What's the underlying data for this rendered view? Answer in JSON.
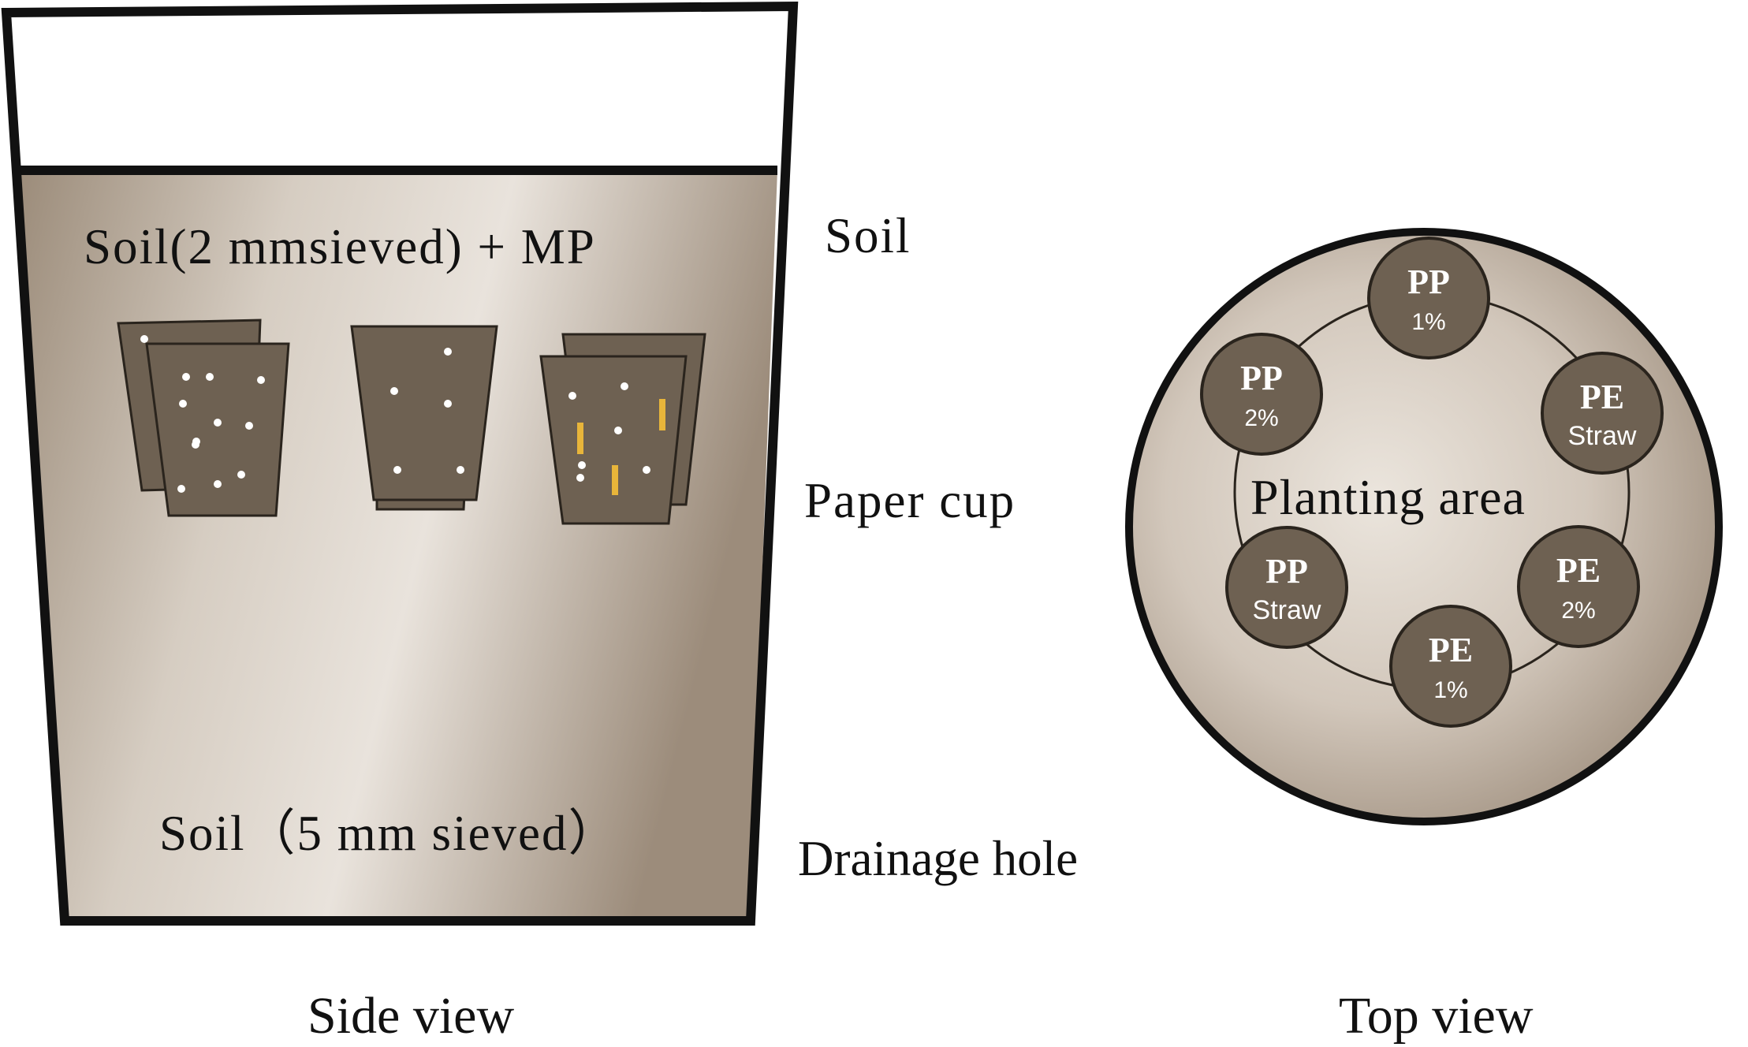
{
  "side_view": {
    "caption": "Side view",
    "upper_layer_label": "Soil(2 mmsieved) + MP",
    "lower_layer_label": "Soil（5  mm  sieved）"
  },
  "callouts": {
    "soil": "Soil",
    "paper_cup": "Paper cup",
    "drainage_hole": "Drainage hole"
  },
  "top_view": {
    "caption": "Top view",
    "center_label": "Planting area",
    "cups": [
      {
        "polymer": "PP",
        "treatment": "1%"
      },
      {
        "polymer": "PE",
        "treatment": "Straw"
      },
      {
        "polymer": "PE",
        "treatment": "2%"
      },
      {
        "polymer": "PE",
        "treatment": "1%"
      },
      {
        "polymer": "PP",
        "treatment": "Straw"
      },
      {
        "polymer": "PP",
        "treatment": "2%"
      }
    ]
  },
  "colors": {
    "outline": "#111111",
    "soil_light": "#f2efea",
    "soil_dark": "#b3a494",
    "cup_fill": "#6e6152",
    "straw": "#e8b53a",
    "particle": "#ffffff"
  }
}
